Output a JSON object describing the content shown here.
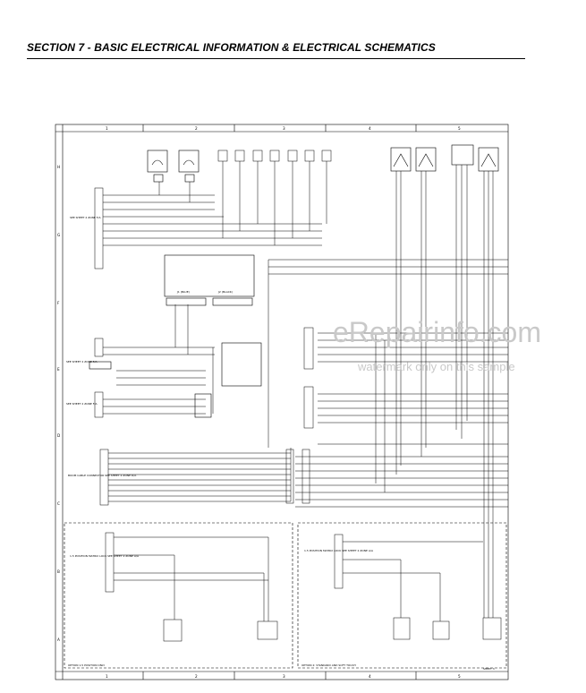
{
  "header": {
    "title": "SECTION 7 - BASIC ELECTRICAL INFORMATION & ELECTRICAL SCHEMATICS"
  },
  "grid": {
    "columns": [
      "1",
      "2",
      "3",
      "4",
      "5"
    ],
    "rows": [
      "H",
      "G",
      "F",
      "E",
      "D",
      "C",
      "B",
      "A"
    ]
  },
  "labels": {
    "j1_block": "J1 (BLUE)",
    "j2_block": "J2 (BLACK)",
    "sheet_ref_top": "SEE SHEET 2\nZONE F/A",
    "sheet_ref_mid": "SEE SHEET 2\nZONE F/A",
    "sheet_ref_lower": "SEE SHEET 2\nZONE F/A",
    "boom_cable": "BOOM CABLE\nCONNECTOR\nSEE SHEET 2\nZONE D/A",
    "opt_left": "1.5 POSITION\nMATRIX LOCK\nSEE SHEET 2\nZONE A/A",
    "opt_right": "1.5 POSITION\nMATRIX LOCK\nSEE SHEET 2\nZONE A/A",
    "opt_left_caption": "OPTION 1.5 POSITION ONLY",
    "opt_right_caption": "OPTION 2: STANDARD AND SOFT TOUCH",
    "sheet_no": "SHEET 3"
  },
  "watermark": {
    "site": "eRepairinfo.com",
    "note": "watermark only on this sample"
  }
}
